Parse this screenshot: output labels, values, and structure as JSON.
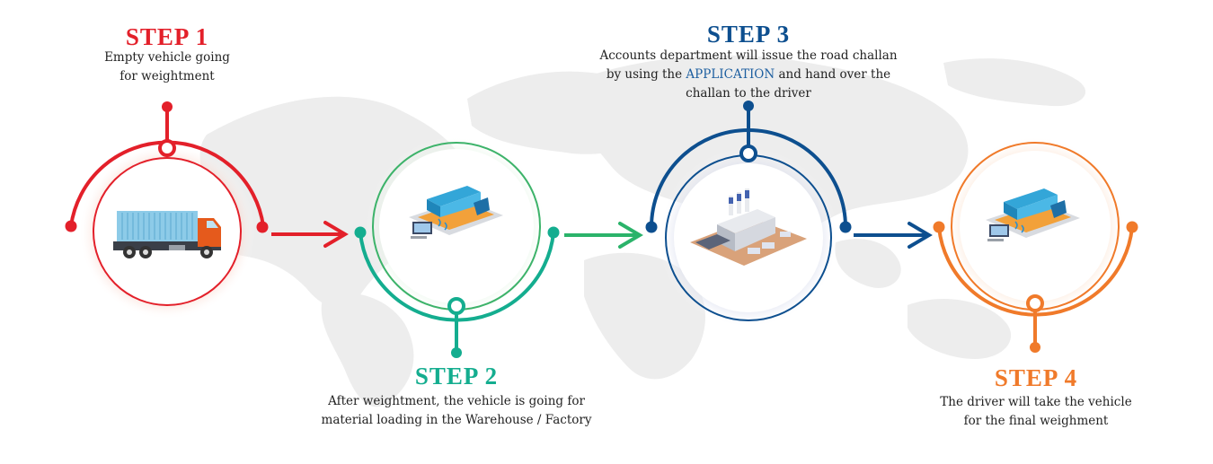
{
  "colors": {
    "step1": "#e3202a",
    "step2": "#14ad8f",
    "step2_inner": "#3db36a",
    "step3": "#0d4f8f",
    "step4": "#f07a2a",
    "arrow2": "#2bb36a",
    "map": "#ececec"
  },
  "steps": [
    {
      "title": "STEP 1",
      "desc_lines": [
        "Empty vehicle going",
        "for weightment"
      ],
      "icon": "container-truck-icon"
    },
    {
      "title": "STEP 2",
      "desc_lines": [
        "After weightment, the vehicle is going for",
        "material loading in the Warehouse / Factory"
      ],
      "icon": "weighbridge-truck-icon"
    },
    {
      "title": "STEP 3",
      "desc_line1": "Accounts  department will issue the road challan",
      "desc_line2_pre": "by using the ",
      "desc_line2_hl": "APPLICATION",
      "desc_line2_post": " and hand over the",
      "desc_line3": "challan to the driver",
      "icon": "factory-icon"
    },
    {
      "title": "STEP 4",
      "desc_lines": [
        "The driver will take the vehicle",
        "for the final weighment"
      ],
      "icon": "weighbridge-truck-icon"
    }
  ]
}
